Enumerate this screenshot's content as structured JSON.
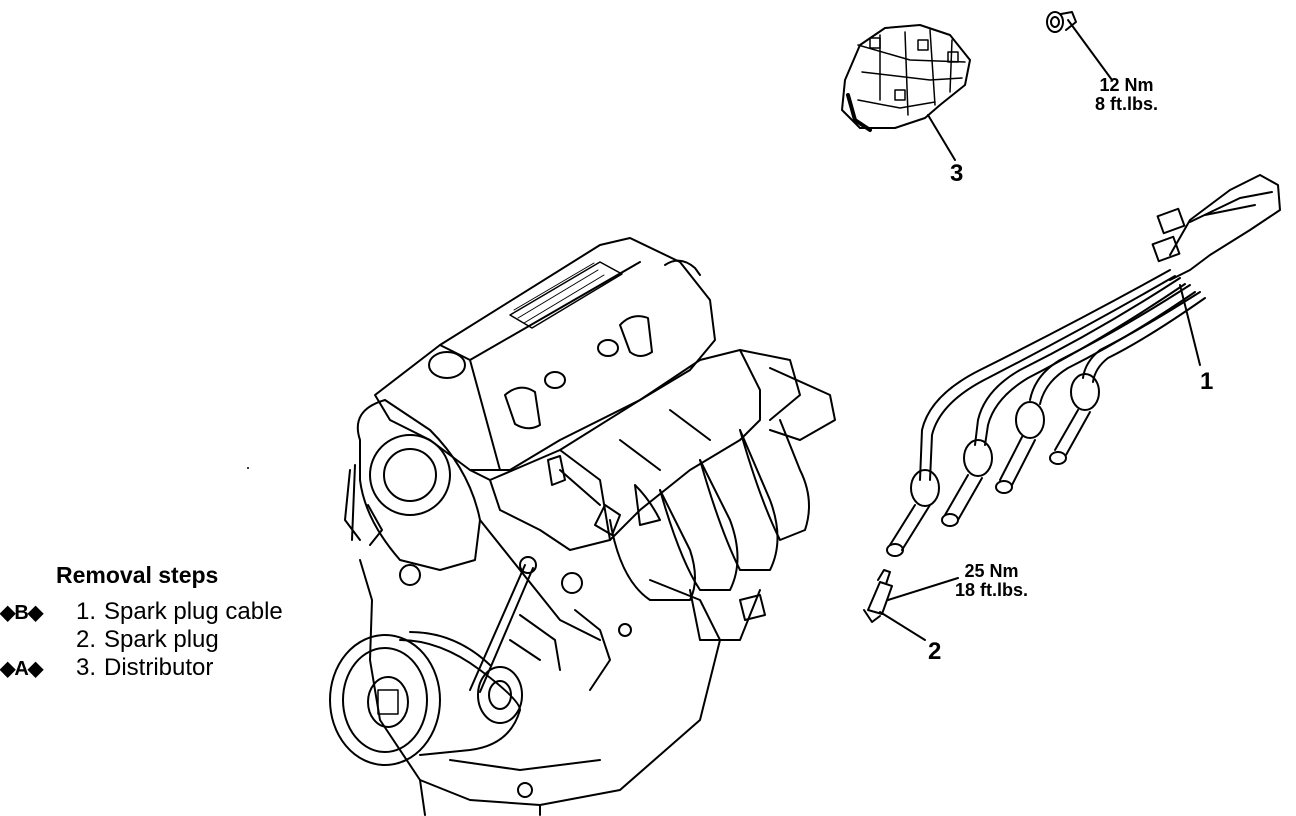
{
  "callouts": {
    "c1": "1",
    "c2": "2",
    "c3": "3"
  },
  "torques": {
    "distributor_bolt": {
      "nm": "12 Nm",
      "ftlbs": "8 ft.lbs."
    },
    "spark_plug": {
      "nm": "25 Nm",
      "ftlbs": "18 ft.lbs."
    }
  },
  "removal": {
    "title": "Removal steps",
    "steps": [
      {
        "mark": "◆B◆",
        "num": "1.",
        "text": "Spark plug cable"
      },
      {
        "mark": "",
        "num": "2.",
        "text": "Spark plug"
      },
      {
        "mark": "◆A◆",
        "num": "3.",
        "text": "Distributor"
      }
    ]
  }
}
